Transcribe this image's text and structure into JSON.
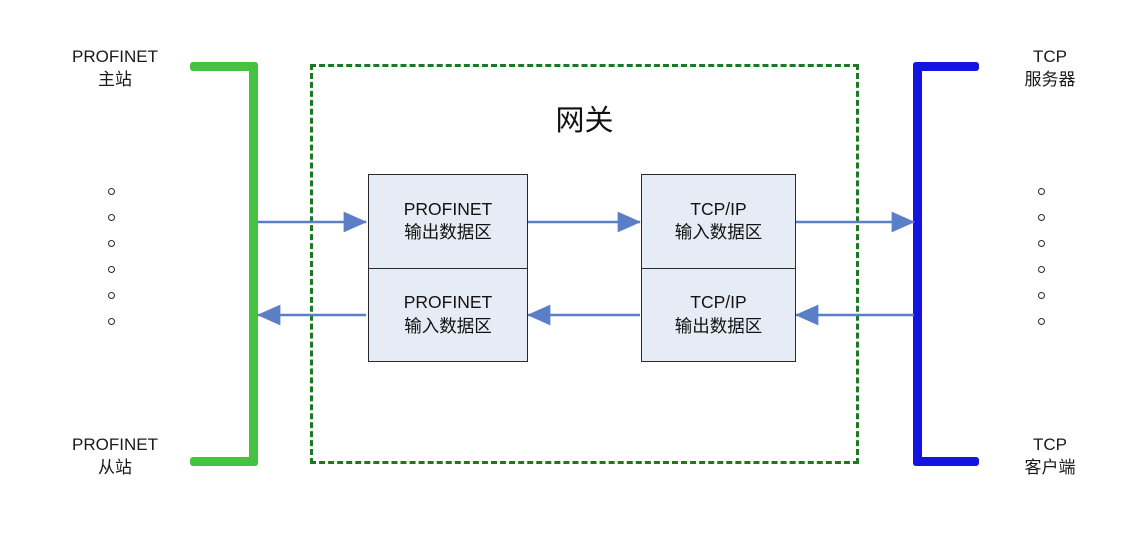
{
  "diagram": {
    "title": "网关",
    "left_top_label": {
      "line1": "PROFINET",
      "line2": "主站"
    },
    "left_bottom_label": {
      "line1": "PROFINET",
      "line2": "从站"
    },
    "right_top_label": {
      "line1": "TCP",
      "line2": "服务器"
    },
    "right_bottom_label": {
      "line1": "TCP",
      "line2": "客户端"
    },
    "boxes": [
      {
        "id": "profinet-box",
        "cells": [
          {
            "line1": "PROFINET",
            "line2": "输出数据区"
          },
          {
            "line1": "PROFINET",
            "line2": "输入数据区"
          }
        ]
      },
      {
        "id": "tcpip-box",
        "cells": [
          {
            "line1": "TCP/IP",
            "line2": "输入数据区"
          },
          {
            "line1": "TCP/IP",
            "line2": "输出数据区"
          }
        ]
      }
    ],
    "colors": {
      "left_bracket": "#45C23F",
      "right_bracket": "#1414E0",
      "gateway_border": "#1B7A21",
      "arrow": "#5B7FC7",
      "box_fill": "#E6ECF6",
      "box_border": "#2b2b2b",
      "text": "#121212"
    },
    "dots": {
      "left_count": 6,
      "right_count": 6,
      "glyph": "circle-dot"
    },
    "flows": [
      {
        "name": "master-to-profinet-out",
        "direction": "right"
      },
      {
        "name": "profinet-out-to-tcpip-in",
        "direction": "right"
      },
      {
        "name": "tcpip-in-to-server",
        "direction": "right"
      },
      {
        "name": "profinet-in-to-master",
        "direction": "left"
      },
      {
        "name": "tcpip-out-to-profinet-in",
        "direction": "left"
      },
      {
        "name": "client-to-tcpip-out",
        "direction": "left"
      }
    ]
  }
}
